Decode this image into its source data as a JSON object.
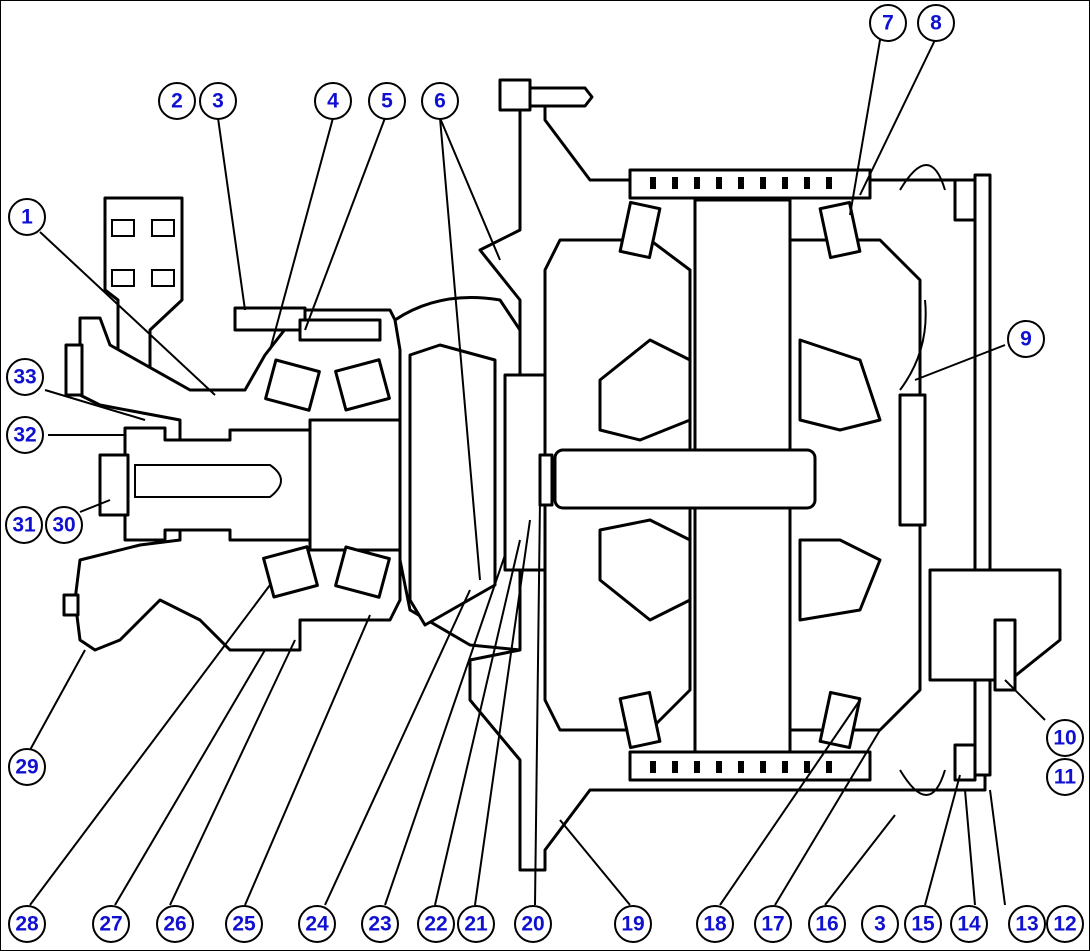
{
  "colors": {
    "callout_text": "#1010d0",
    "line": "#000000",
    "background": "#ffffff"
  },
  "callouts": [
    {
      "id": "1",
      "label": "1"
    },
    {
      "id": "2",
      "label": "2"
    },
    {
      "id": "3a",
      "label": "3"
    },
    {
      "id": "4",
      "label": "4"
    },
    {
      "id": "5",
      "label": "5"
    },
    {
      "id": "6",
      "label": "6"
    },
    {
      "id": "7",
      "label": "7"
    },
    {
      "id": "8",
      "label": "8"
    },
    {
      "id": "9",
      "label": "9"
    },
    {
      "id": "10",
      "label": "10"
    },
    {
      "id": "11",
      "label": "11"
    },
    {
      "id": "12",
      "label": "12"
    },
    {
      "id": "13",
      "label": "13"
    },
    {
      "id": "14",
      "label": "14"
    },
    {
      "id": "15",
      "label": "15"
    },
    {
      "id": "3b",
      "label": "3"
    },
    {
      "id": "16",
      "label": "16"
    },
    {
      "id": "17",
      "label": "17"
    },
    {
      "id": "18",
      "label": "18"
    },
    {
      "id": "19",
      "label": "19"
    },
    {
      "id": "20",
      "label": "20"
    },
    {
      "id": "21",
      "label": "21"
    },
    {
      "id": "22",
      "label": "22"
    },
    {
      "id": "23",
      "label": "23"
    },
    {
      "id": "24",
      "label": "24"
    },
    {
      "id": "25",
      "label": "25"
    },
    {
      "id": "26",
      "label": "26"
    },
    {
      "id": "27",
      "label": "27"
    },
    {
      "id": "28",
      "label": "28"
    },
    {
      "id": "29",
      "label": "29"
    },
    {
      "id": "30",
      "label": "30"
    },
    {
      "id": "31",
      "label": "31"
    },
    {
      "id": "32",
      "label": "32"
    },
    {
      "id": "33",
      "label": "33"
    }
  ]
}
